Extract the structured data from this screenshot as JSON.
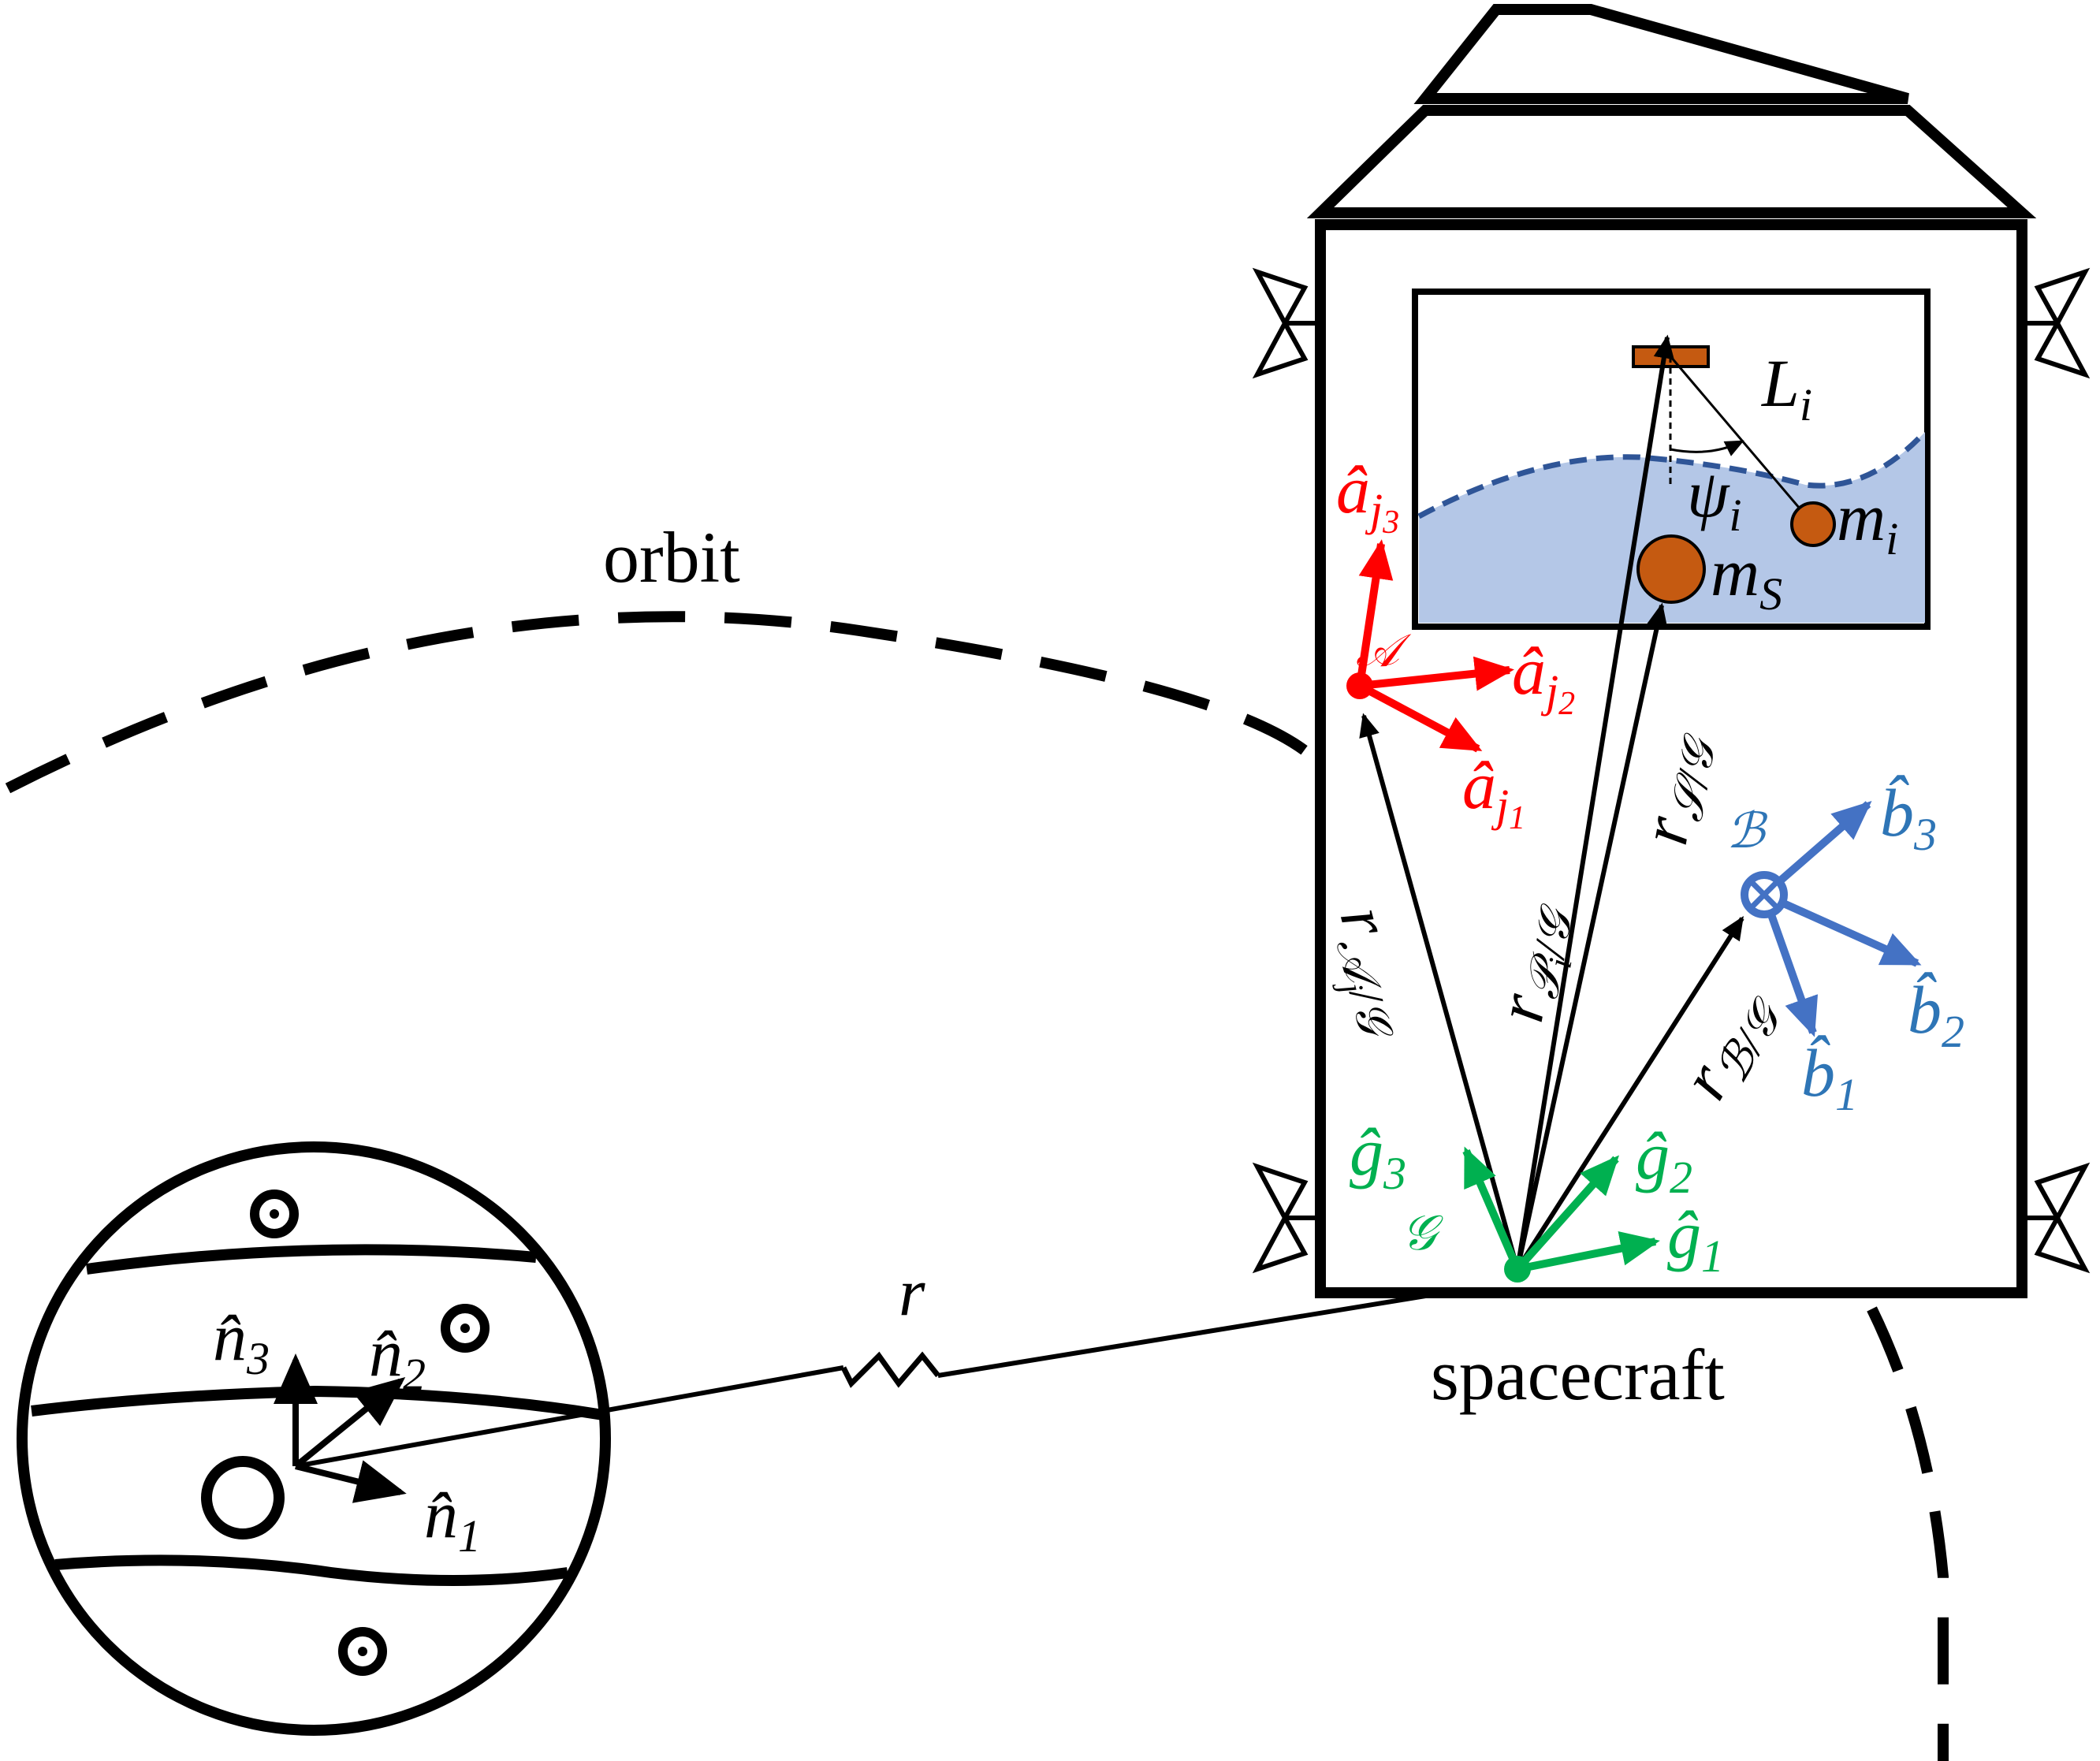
{
  "labels": {
    "orbit": "orbit",
    "spacecraft": "spacecraft",
    "r": "r",
    "L_i": {
      "base": "L",
      "sub": "i"
    },
    "psi_i": {
      "base": "ψ",
      "sub": "i"
    },
    "m_i": {
      "base": "m",
      "sub": "i"
    },
    "m_S": {
      "base": "m",
      "sub": "S"
    },
    "n1": {
      "base": "n̂",
      "sub": "1"
    },
    "n2": {
      "base": "n̂",
      "sub": "2"
    },
    "n3": {
      "base": "n̂",
      "sub": "3"
    },
    "a1": {
      "base": "â",
      "sub": "j",
      "subsub": "1"
    },
    "a2": {
      "base": "â",
      "sub": "j",
      "subsub": "2"
    },
    "a3": {
      "base": "â",
      "sub": "j",
      "subsub": "3"
    },
    "frame_A": "𝒜",
    "b1": {
      "base": "b̂",
      "sub": "1"
    },
    "b2": {
      "base": "b̂",
      "sub": "2"
    },
    "b3": {
      "base": "b̂",
      "sub": "3"
    },
    "frame_B": "ℬ",
    "g1": {
      "base": "ĝ",
      "sub": "1"
    },
    "g2": {
      "base": "ĝ",
      "sub": "2"
    },
    "g3": {
      "base": "ĝ",
      "sub": "3"
    },
    "frame_G": "𝒢",
    "r_AG": {
      "base": "r",
      "sub": "𝒜",
      "subsub": "j",
      "tail": "/𝒢"
    },
    "r_PG": {
      "base": "r",
      "sub": "𝒫",
      "subsub": "i",
      "tail": "/𝒢"
    },
    "r_SG": {
      "base": "r",
      "sub": "𝒮/𝒢"
    },
    "r_BG": {
      "base": "r",
      "sub": "ℬ/𝒢"
    }
  },
  "colors": {
    "black": "#000000",
    "red": "#ff0000",
    "blue": "#4472c4",
    "blue_text": "#2e75b6",
    "green": "#00b050",
    "orange": "#c55a11",
    "fluid": "#b4c7e7",
    "fluid_edge": "#2f5597"
  }
}
